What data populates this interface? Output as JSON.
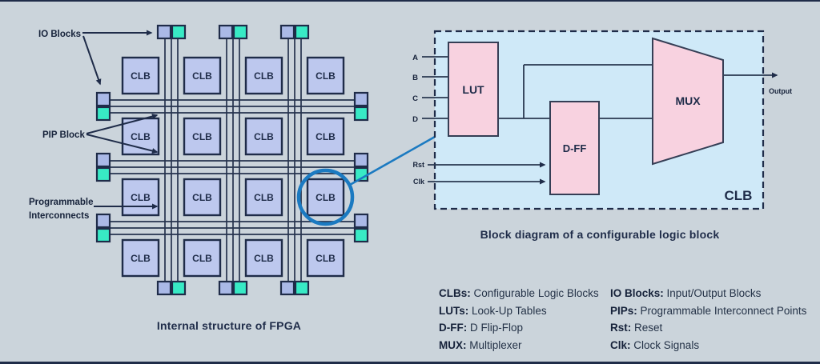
{
  "colors": {
    "background": "#cbd4db",
    "navy": "#1f2c49",
    "clb_fill": "#bdc8ee",
    "io_block_blue": "#aab9e7",
    "io_block_teal": "#38eac5",
    "clb_detail_fill": "#cfe9f8",
    "component_pink": "#f8d2e0",
    "accent_blue": "#1b7ac1"
  },
  "fpga": {
    "clb_label": "CLB",
    "labels": {
      "io_blocks": "IO Blocks",
      "pip_block": "PIP Block",
      "programmable_1": "Programmable",
      "programmable_2": "Interconnects"
    },
    "caption": "Internal structure of FPGA"
  },
  "clb": {
    "blocks": {
      "lut": "LUT",
      "dff": "D-FF",
      "mux": "MUX",
      "corner": "CLB"
    },
    "inputs": [
      "A",
      "B",
      "C",
      "D"
    ],
    "controls": [
      "Rst",
      "Clk"
    ],
    "output_label": "Output",
    "caption": "Block diagram of a configurable logic block"
  },
  "legend": {
    "col1": [
      {
        "term": "CLBs:",
        "desc": "Configurable Logic Blocks"
      },
      {
        "term": "LUTs:",
        "desc": "Look-Up Tables"
      },
      {
        "term": "D-FF:",
        "desc": "D Flip-Flop"
      },
      {
        "term": "MUX:",
        "desc": "Multiplexer"
      }
    ],
    "col2": [
      {
        "term": "IO Blocks:",
        "desc": "Input/Output Blocks"
      },
      {
        "term": "PIPs:",
        "desc": "Programmable Interconnect Points"
      },
      {
        "term": "Rst:",
        "desc": "Reset"
      },
      {
        "term": "Clk:",
        "desc": "Clock Signals"
      }
    ]
  }
}
